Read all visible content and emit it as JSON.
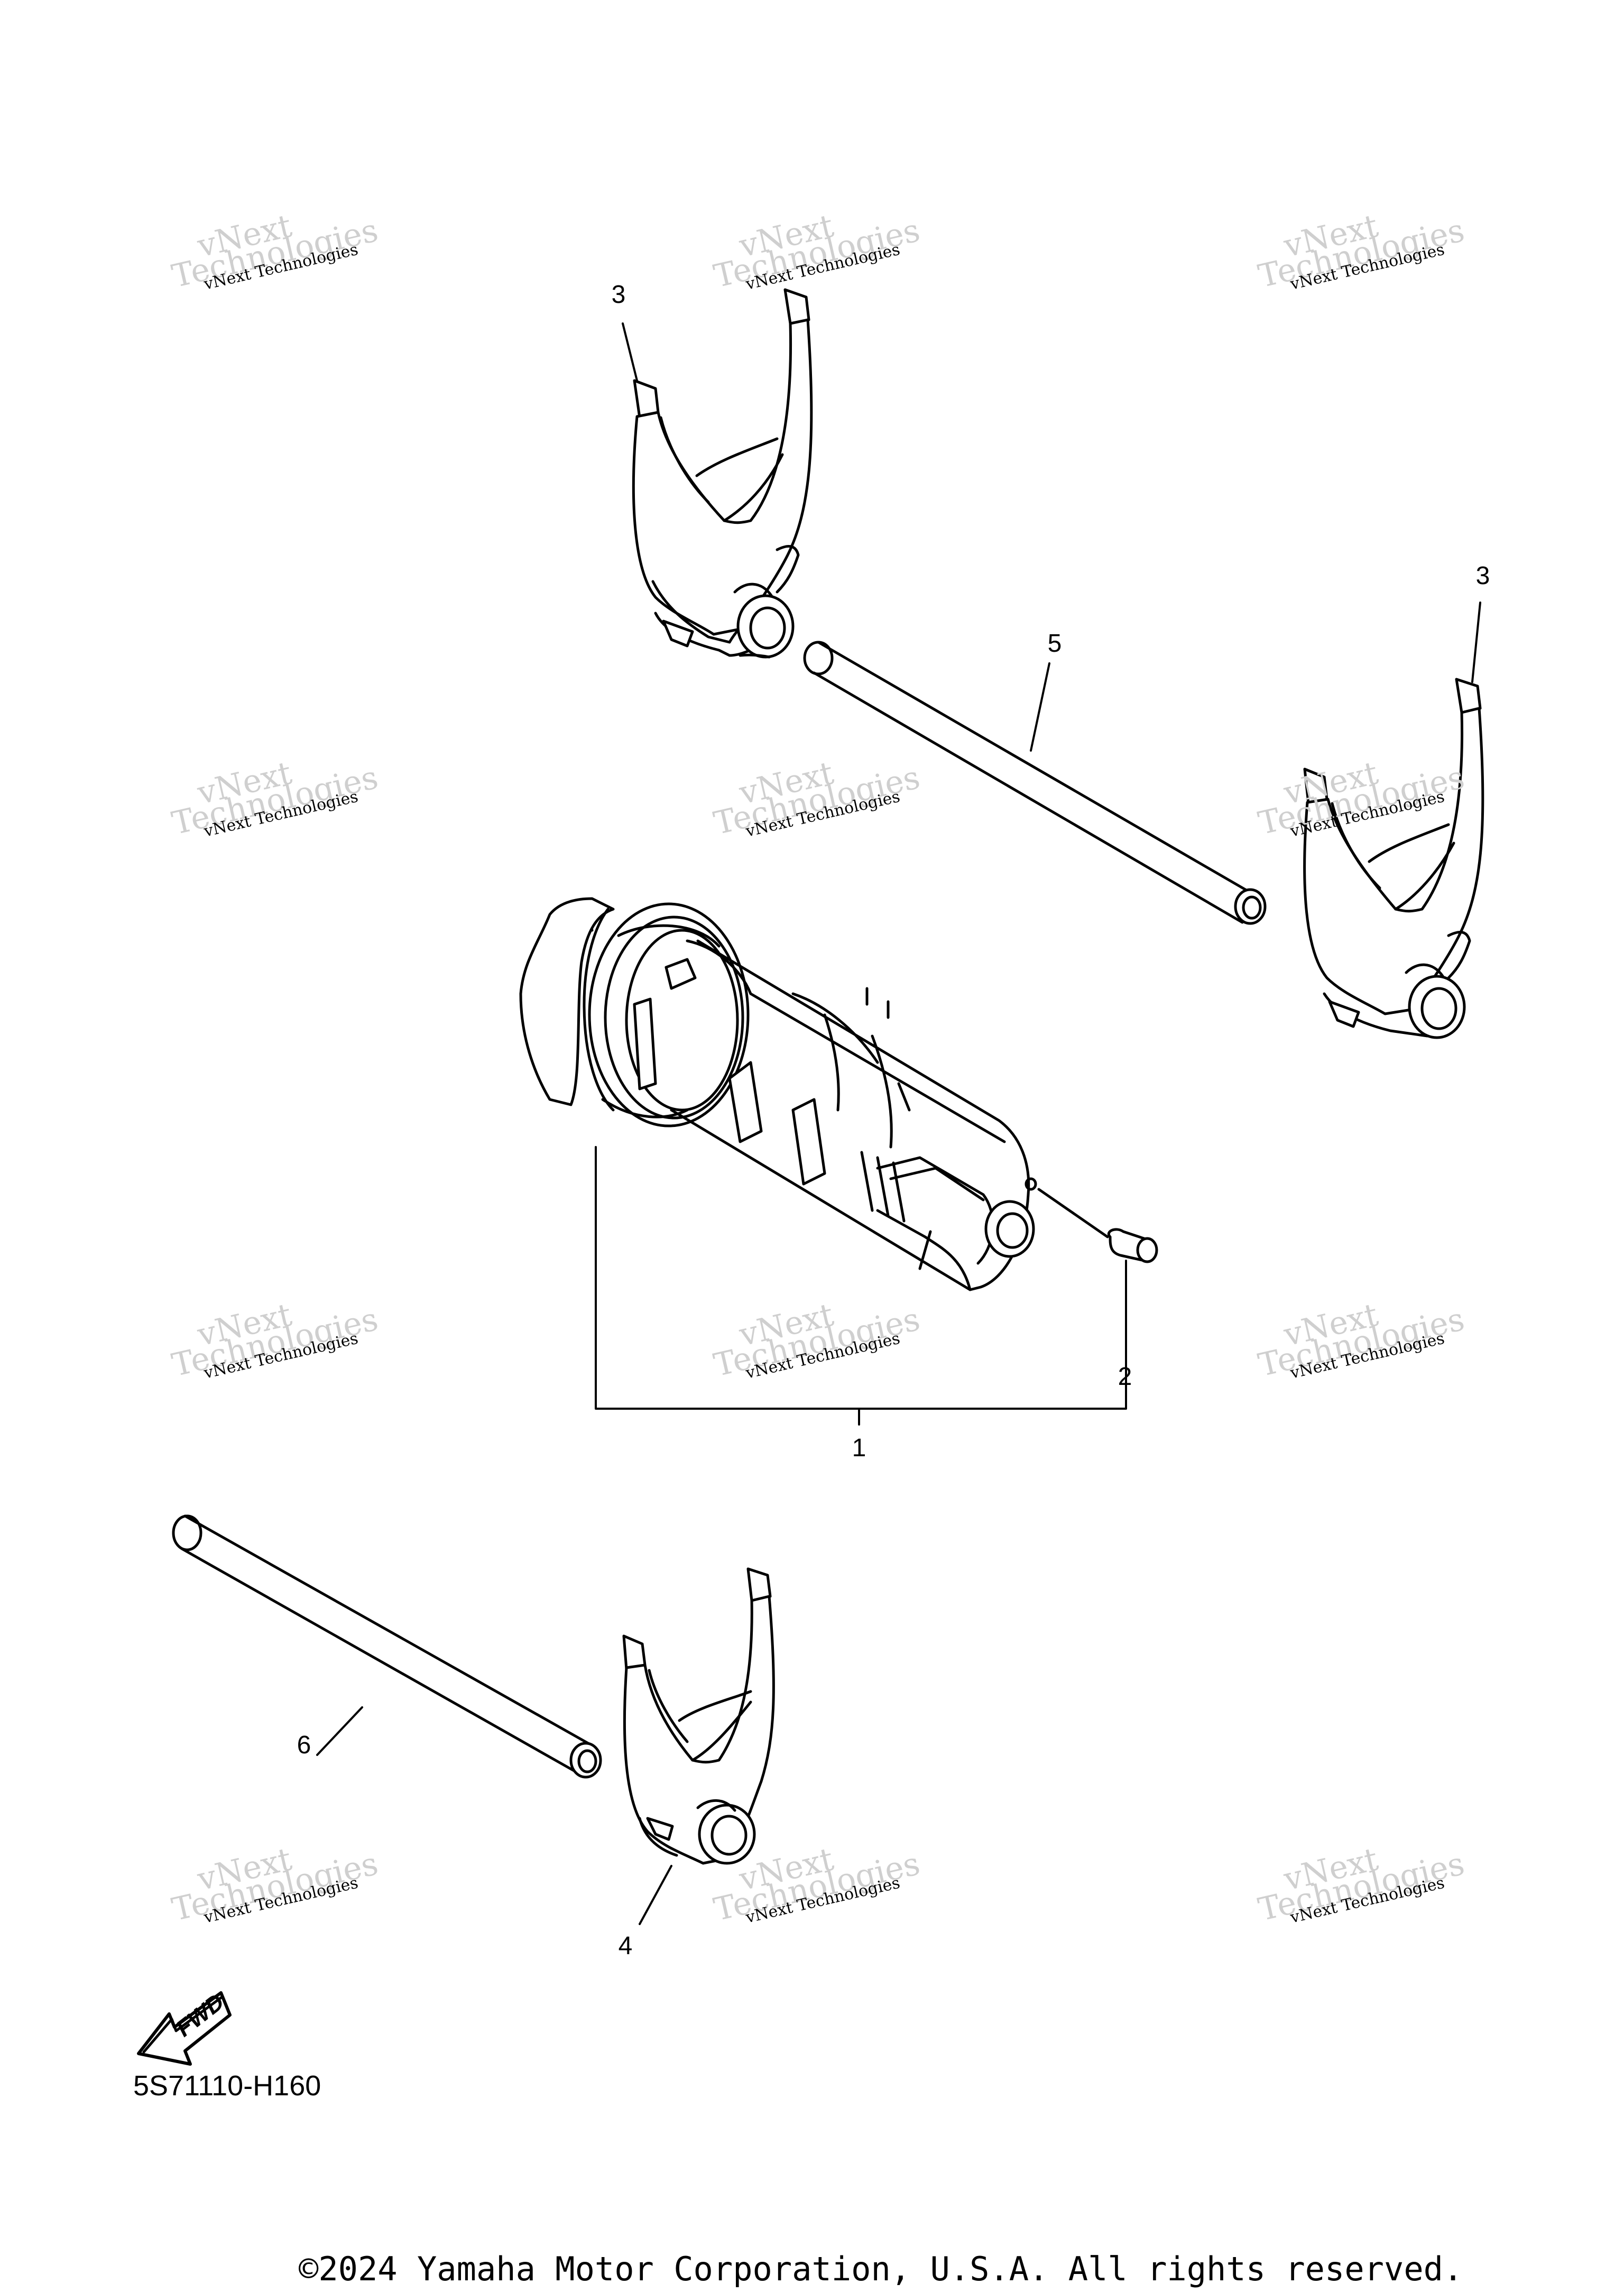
{
  "callouts": {
    "c1": "1",
    "c2": "2",
    "c3a": "3",
    "c3b": "3",
    "c4": "4",
    "c5": "5",
    "c6": "6"
  },
  "fwd_label": "FWD",
  "diagram_code": "5S71110-H160",
  "copyright": "©2024 Yamaha Motor Corporation, U.S.A. All rights reserved.",
  "watermark": {
    "line1": "vNext Technologies",
    "big1": "Technologies",
    "big2": "vNext"
  }
}
